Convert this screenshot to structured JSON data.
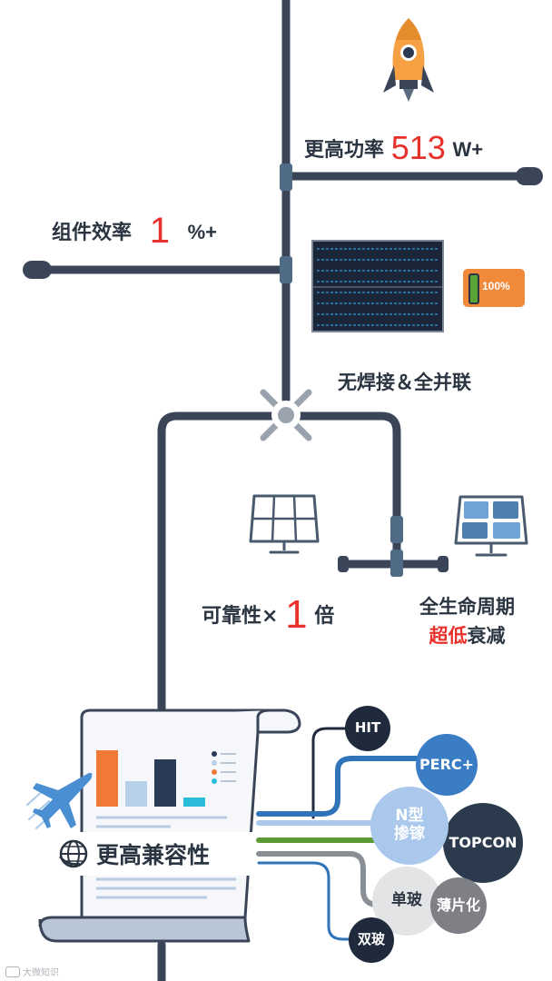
{
  "colors": {
    "pipe": "#3a4658",
    "accent_red": "#e8312a",
    "rocket_orange": "#f5a043",
    "battery_orange": "#f08a3a",
    "battery_green": "#5aa338",
    "bar_orange": "#f07a35",
    "bar_light": "#b8d0ea",
    "bar_dark": "#283a56",
    "bar_cyan": "#2bbcdc",
    "line_blue": "#2f74b8",
    "line_green": "#5d9a35",
    "line_gray": "#8a8f96",
    "bubble_navy": "#1f2a3c",
    "bubble_blue": "#3a7dc4",
    "bubble_lightblue": "#a9c8ec",
    "bubble_light": "#d7d9dc",
    "bubble_gray": "#808287"
  },
  "power": {
    "label": "更高功率",
    "value": "513",
    "unit": "W+"
  },
  "efficiency": {
    "label": "组件效率",
    "value": "1",
    "unit": "%+"
  },
  "battery": {
    "label": "100%"
  },
  "welding": {
    "label": "无焊接＆全并联"
  },
  "reliability": {
    "label": "可靠性×",
    "value": "1",
    "unit": "倍"
  },
  "degradation": {
    "line1": "全生命周期",
    "line2_red": "超低",
    "line2_rest": "衰减"
  },
  "compatibility": {
    "label": "更高兼容性"
  },
  "technologies": {
    "hit": "HIT",
    "perc": "PERC+",
    "ntype_line1": "N型",
    "ntype_line2": "掺镓",
    "topcon": "TOPCON",
    "single_glass": "单玻",
    "thin": "薄片化",
    "double_glass": "双玻"
  },
  "watermark": {
    "text": "大微知识"
  },
  "icons": {
    "rocket": "rocket-icon",
    "solar_panel": "solar-panel-icon",
    "panel_outline": "solar-panel-outline-icon",
    "panel_filled": "solar-panel-filled-icon",
    "battery": "battery-icon",
    "airplane": "airplane-icon",
    "globe": "globe-icon",
    "document": "document-icon"
  }
}
